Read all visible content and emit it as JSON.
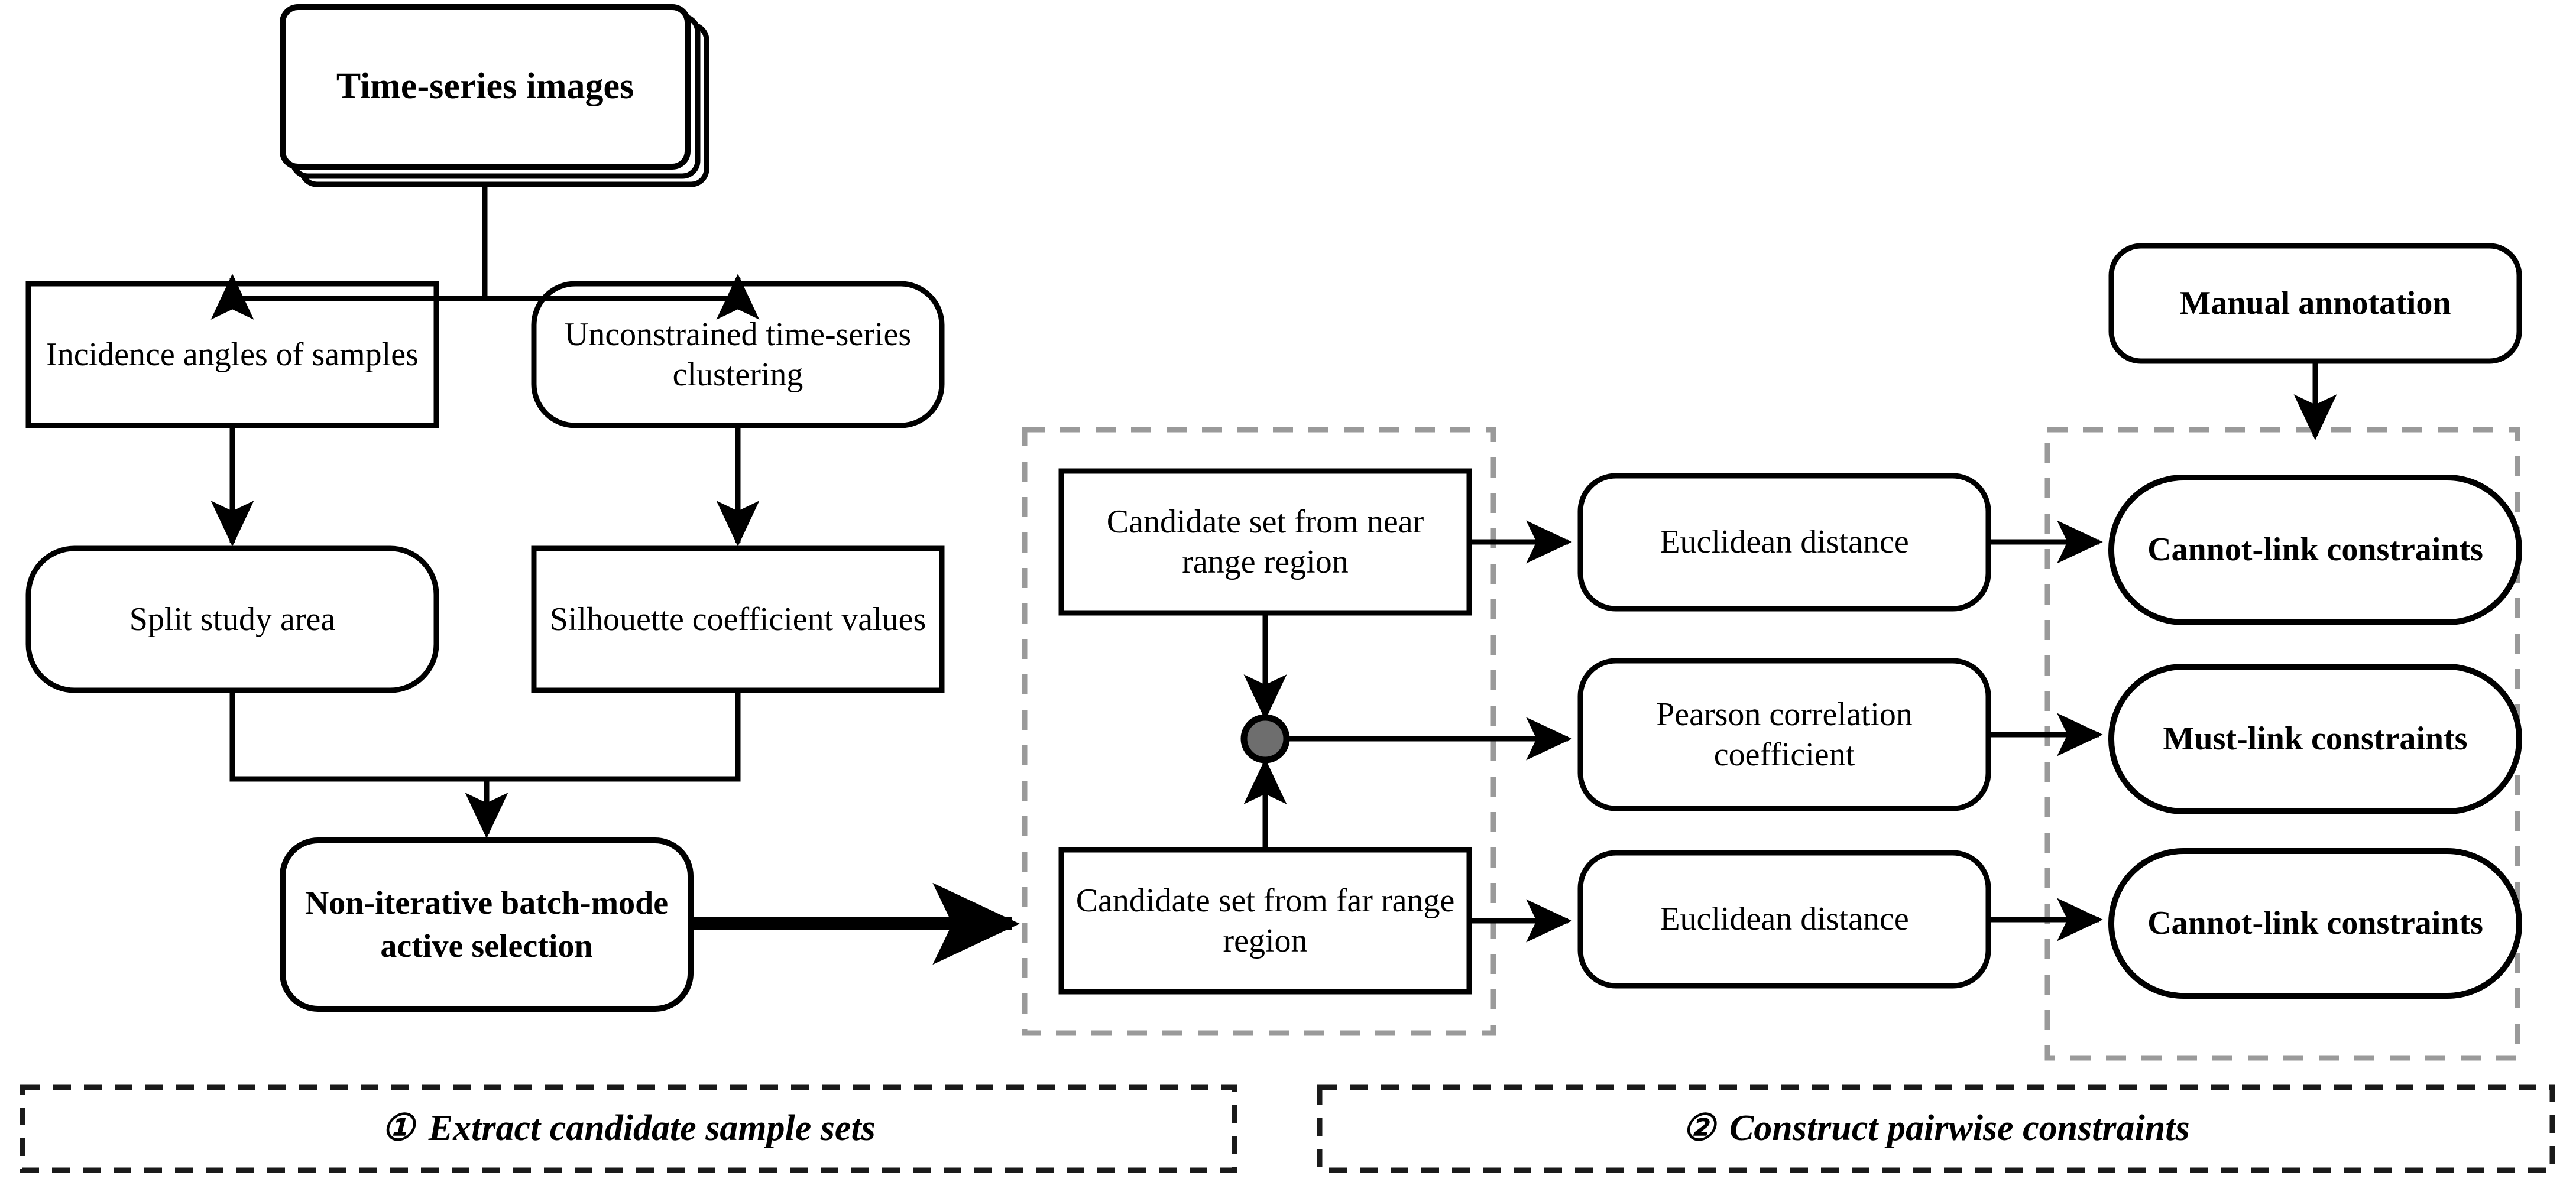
{
  "diagram": {
    "title": "Active sample selection and pairwise constraint construction workflow",
    "colors": {
      "stroke": "#000000",
      "background": "#ffffff",
      "panel_dash": "#9a9a9a",
      "caption_dash": "#1a1a1a",
      "junction_fill": "#6e6e6e"
    },
    "nodes": {
      "time_series_images": {
        "label": "Time-series images",
        "shape": "stacked-document",
        "bold": true
      },
      "incidence_angles": {
        "label": "Incidence angles of samples",
        "shape": "rectangle",
        "bold": false
      },
      "unconstrained_clustering": {
        "label": "Unconstrained time-series clustering",
        "shape": "rounded-rectangle",
        "bold": false
      },
      "split_study_area": {
        "label": "Split study area",
        "shape": "rounded-rectangle",
        "bold": false
      },
      "silhouette_values": {
        "label": "Silhouette coefficient values",
        "shape": "rectangle",
        "bold": false
      },
      "active_selection": {
        "label": "Non-iterative batch-mode active selection",
        "shape": "rounded-rectangle",
        "bold": true
      },
      "candidate_near": {
        "label": "Candidate set from near range region",
        "shape": "rectangle",
        "bold": false
      },
      "candidate_far": {
        "label": "Candidate set from far range region",
        "shape": "rectangle",
        "bold": false
      },
      "euclidean_top": {
        "label": "Euclidean distance",
        "shape": "rounded-rectangle",
        "bold": false
      },
      "pearson": {
        "label": "Pearson correlation coefficient",
        "shape": "rounded-rectangle",
        "bold": false
      },
      "euclidean_bottom": {
        "label": "Euclidean distance",
        "shape": "rounded-rectangle",
        "bold": false
      },
      "manual_annotation": {
        "label": "Manual annotation",
        "shape": "rounded-rectangle",
        "bold": true
      },
      "cannot_link_top": {
        "label": "Cannot-link constraints",
        "shape": "pill",
        "bold": true
      },
      "must_link": {
        "label": "Must-link constraints",
        "shape": "pill",
        "bold": true
      },
      "cannot_link_bottom": {
        "label": "Cannot-link constraints",
        "shape": "pill",
        "bold": true
      },
      "junction": {
        "label": "",
        "shape": "circle-junction",
        "bold": false
      }
    },
    "panels": {
      "candidate_panel": {
        "style": "dashed"
      },
      "constraint_panel": {
        "style": "dashed"
      }
    },
    "captions": [
      {
        "marker": "①",
        "text": "Extract candidate sample sets"
      },
      {
        "marker": "②",
        "text": "Construct pairwise constraints"
      }
    ]
  }
}
